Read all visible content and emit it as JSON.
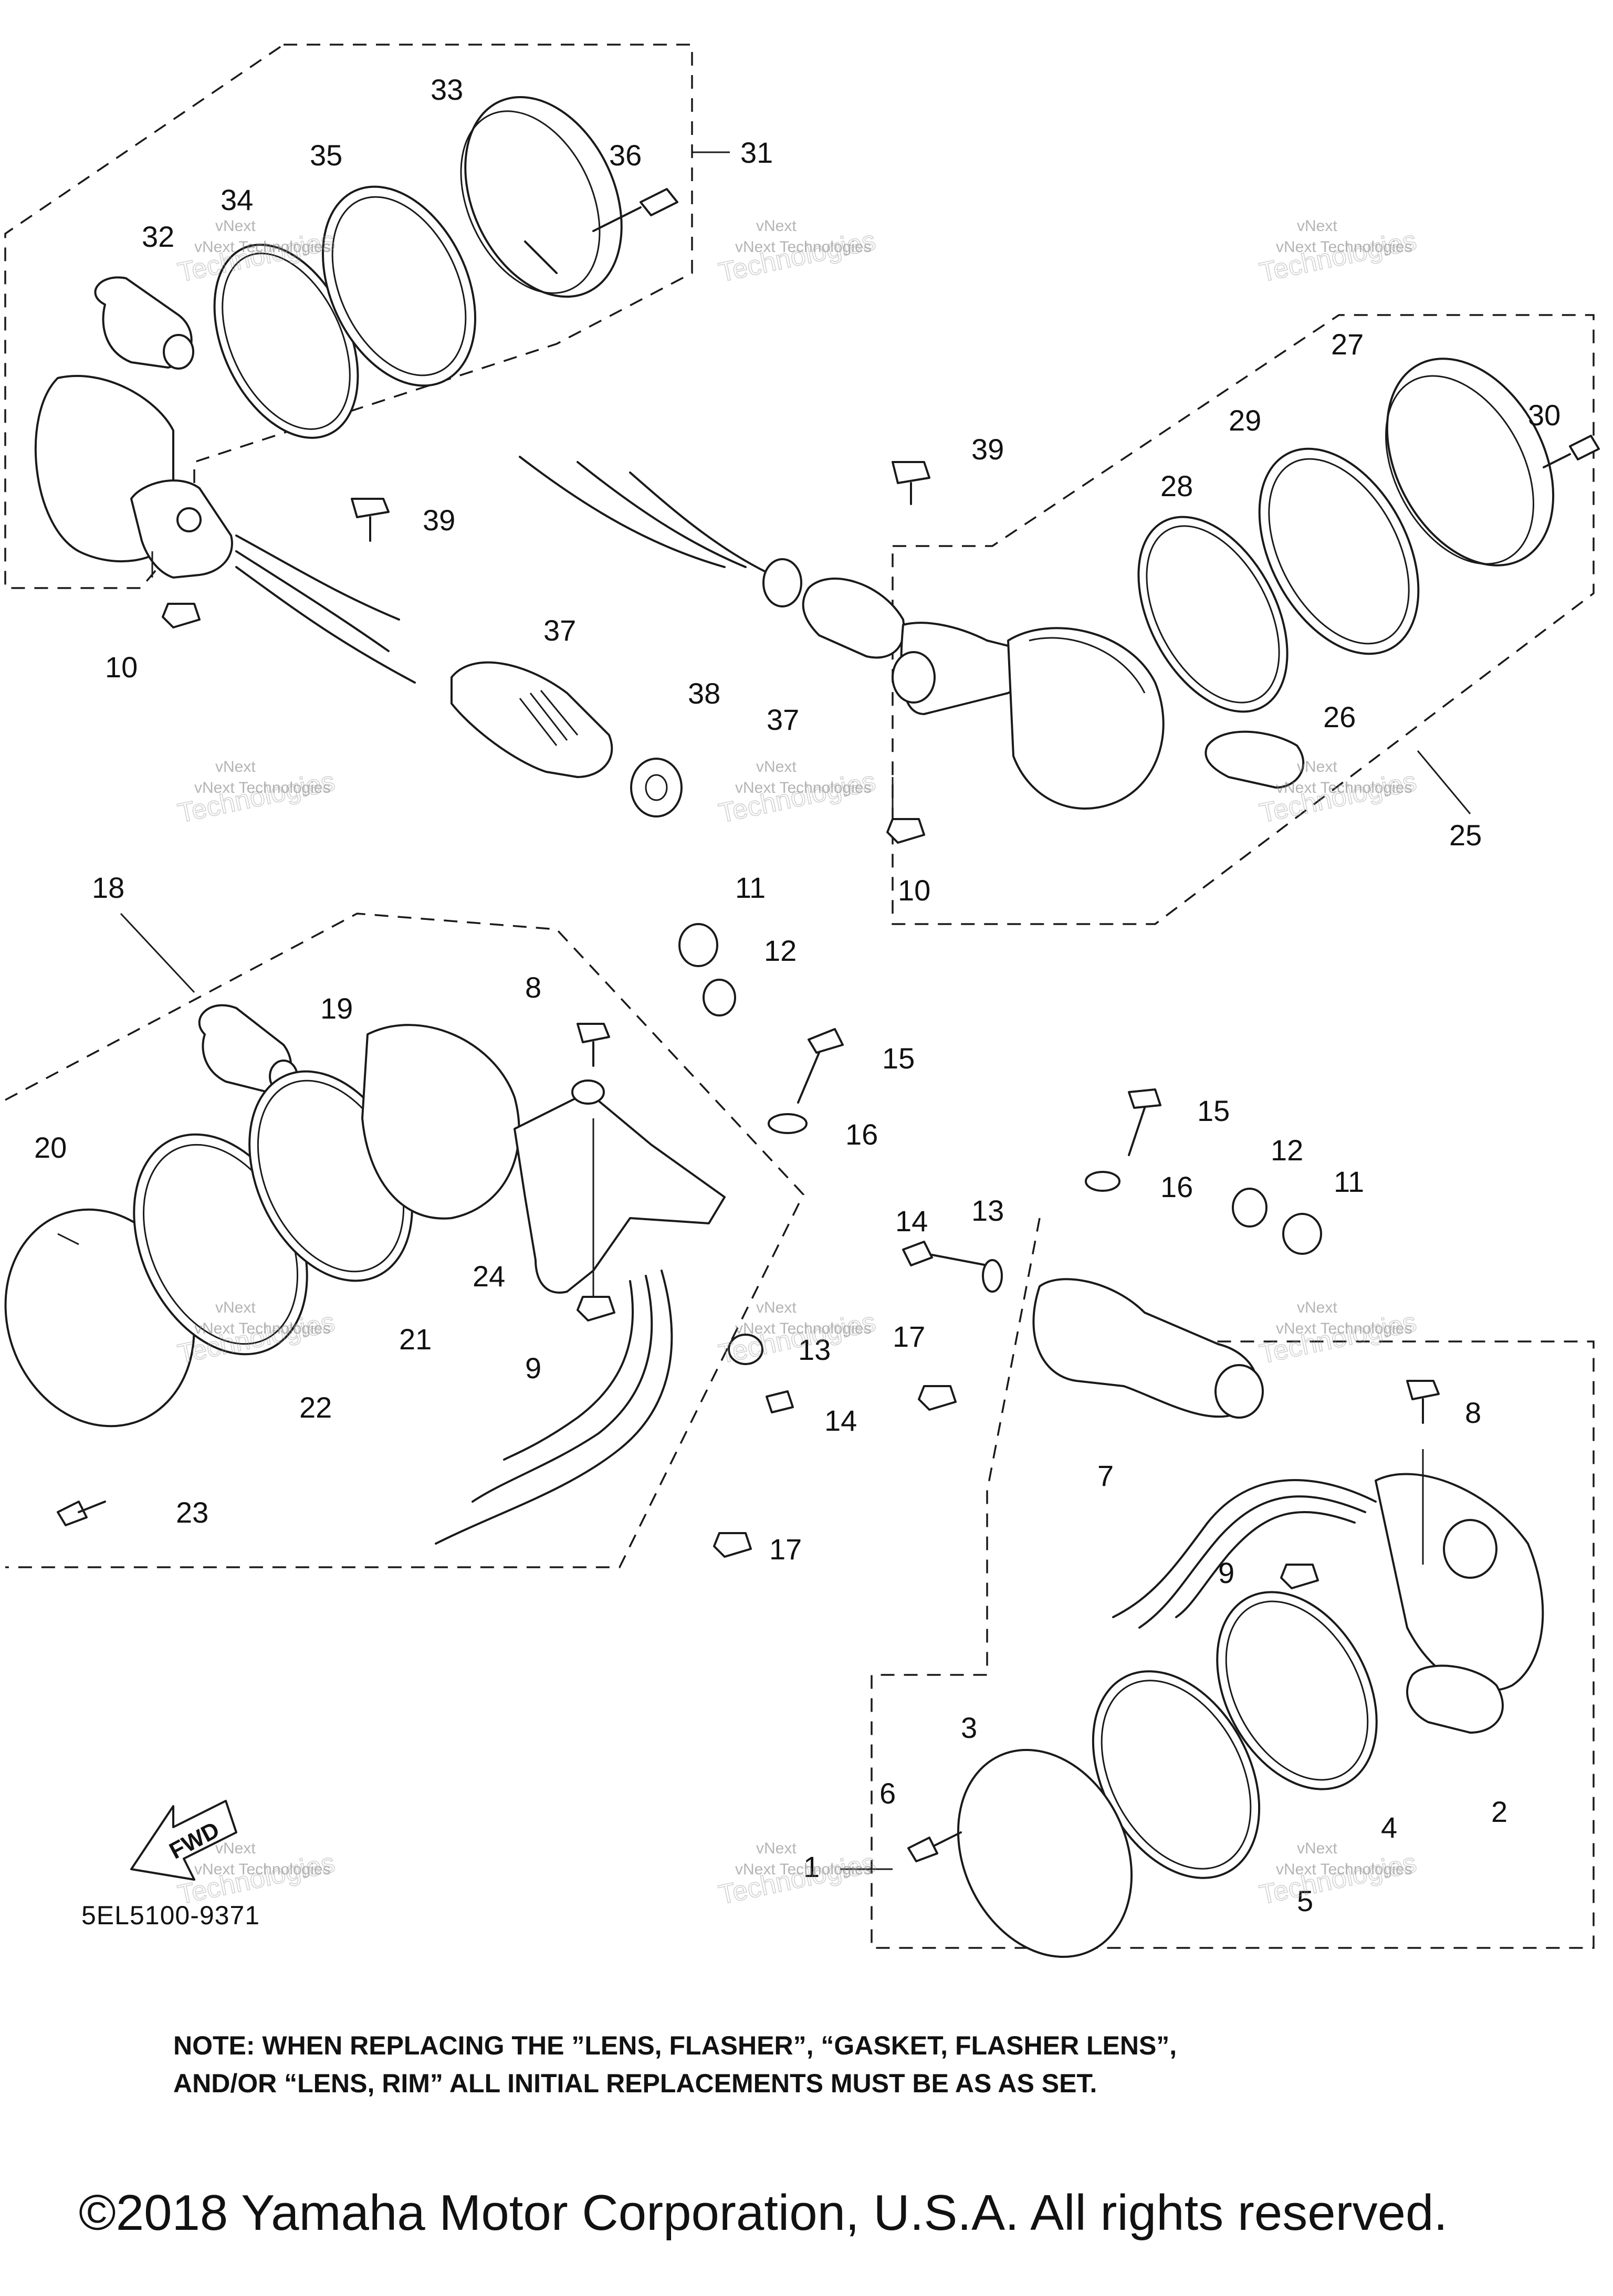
{
  "diagram": {
    "callouts": [
      {
        "id": "c1",
        "label": "1"
      },
      {
        "id": "c2",
        "label": "2"
      },
      {
        "id": "c3",
        "label": "3"
      },
      {
        "id": "c4",
        "label": "4"
      },
      {
        "id": "c5",
        "label": "5"
      },
      {
        "id": "c6",
        "label": "6"
      },
      {
        "id": "c7",
        "label": "7"
      },
      {
        "id": "c8a",
        "label": "8"
      },
      {
        "id": "c8b",
        "label": "8"
      },
      {
        "id": "c9a",
        "label": "9"
      },
      {
        "id": "c9b",
        "label": "9"
      },
      {
        "id": "c10a",
        "label": "10"
      },
      {
        "id": "c10b",
        "label": "10"
      },
      {
        "id": "c11a",
        "label": "11"
      },
      {
        "id": "c11b",
        "label": "11"
      },
      {
        "id": "c12a",
        "label": "12"
      },
      {
        "id": "c12b",
        "label": "12"
      },
      {
        "id": "c13a",
        "label": "13"
      },
      {
        "id": "c13b",
        "label": "13"
      },
      {
        "id": "c14a",
        "label": "14"
      },
      {
        "id": "c14b",
        "label": "14"
      },
      {
        "id": "c15a",
        "label": "15"
      },
      {
        "id": "c15b",
        "label": "15"
      },
      {
        "id": "c16a",
        "label": "16"
      },
      {
        "id": "c16b",
        "label": "16"
      },
      {
        "id": "c17a",
        "label": "17"
      },
      {
        "id": "c17b",
        "label": "17"
      },
      {
        "id": "c18",
        "label": "18"
      },
      {
        "id": "c19",
        "label": "19"
      },
      {
        "id": "c20",
        "label": "20"
      },
      {
        "id": "c21",
        "label": "21"
      },
      {
        "id": "c22",
        "label": "22"
      },
      {
        "id": "c23",
        "label": "23"
      },
      {
        "id": "c24",
        "label": "24"
      },
      {
        "id": "c25",
        "label": "25"
      },
      {
        "id": "c26",
        "label": "26"
      },
      {
        "id": "c27",
        "label": "27"
      },
      {
        "id": "c28",
        "label": "28"
      },
      {
        "id": "c29",
        "label": "29"
      },
      {
        "id": "c30",
        "label": "30"
      },
      {
        "id": "c31",
        "label": "31"
      },
      {
        "id": "c32",
        "label": "32"
      },
      {
        "id": "c33",
        "label": "33"
      },
      {
        "id": "c34",
        "label": "34"
      },
      {
        "id": "c35",
        "label": "35"
      },
      {
        "id": "c36",
        "label": "36"
      },
      {
        "id": "c37a",
        "label": "37"
      },
      {
        "id": "c37b",
        "label": "37"
      },
      {
        "id": "c38",
        "label": "38"
      },
      {
        "id": "c39a",
        "label": "39"
      },
      {
        "id": "c39b",
        "label": "39"
      }
    ],
    "watermark": {
      "line1": "vNext",
      "line2": "vNext Technologies",
      "line3": "Technologies"
    },
    "fwd_label": "FWD",
    "drawing_code": "5EL5100-9371"
  },
  "note": "NOTE: WHEN REPLACING THE  ”LENS, FLASHER”, “GASKET, FLASHER LENS”,\nAND/OR “LENS, RIM” ALL INITIAL REPLACEMENTS MUST BE AS AS SET.",
  "copyright": "©2018 Yamaha Motor Corporation, U.S.A. All rights reserved."
}
